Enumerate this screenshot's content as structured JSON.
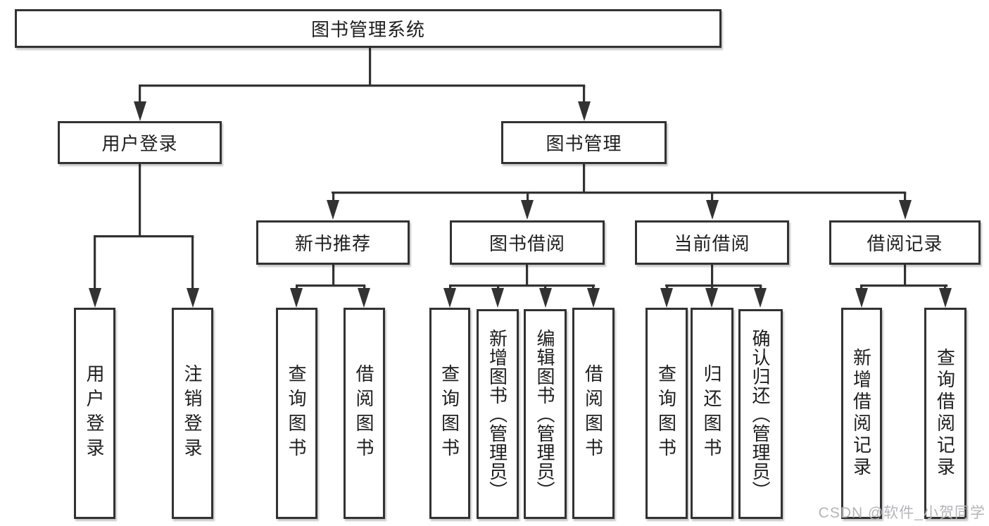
{
  "diagram": {
    "root": {
      "label": "图书管理系统",
      "children": [
        {
          "label": "用户登录",
          "children": [
            {
              "label": "用户登录"
            },
            {
              "label": "注销登录"
            }
          ]
        },
        {
          "label": "图书管理",
          "children": [
            {
              "label": "新书推荐",
              "children": [
                {
                  "label": "查询图书"
                },
                {
                  "label": "借阅图书"
                }
              ]
            },
            {
              "label": "图书借阅",
              "children": [
                {
                  "label": "查询图书"
                },
                {
                  "label": "新增图书（管理员）"
                },
                {
                  "label": "编辑图书（管理员）"
                },
                {
                  "label": "借阅图书"
                }
              ]
            },
            {
              "label": "当前借阅",
              "children": [
                {
                  "label": "查询图书"
                },
                {
                  "label": "归还图书"
                },
                {
                  "label": "确认归还（管理员）"
                }
              ]
            },
            {
              "label": "借阅记录",
              "children": [
                {
                  "label": "新增借阅记录"
                },
                {
                  "label": "查询借阅记录"
                }
              ]
            }
          ]
        }
      ]
    }
  },
  "watermark": {
    "text": "CSDN @软件_小贺同学"
  },
  "colors": {
    "line": "#323232",
    "text": "#1e1e1e",
    "background": "#ffffff",
    "watermark": "#b5b5b9"
  }
}
